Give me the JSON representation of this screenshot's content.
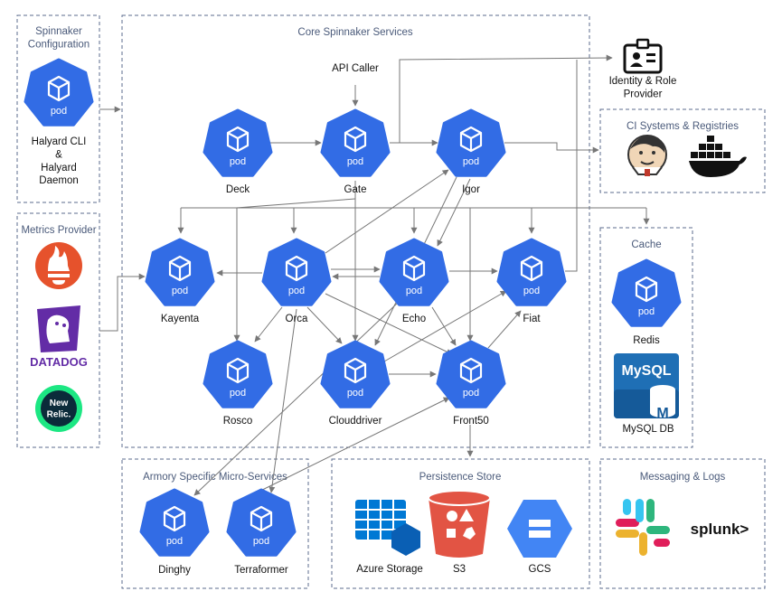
{
  "groups": {
    "spinnaker_config": "Spinnaker\nConfiguration",
    "metrics": "Metrics Provider",
    "core": "Core Spinnaker Services",
    "ci": "CI Systems & Registries",
    "cache": "Cache",
    "armory": "Armory Specific Micro-Services",
    "persistence": "Persistence Store",
    "messaging": "Messaging & Logs"
  },
  "pod_icon_text": "pod",
  "nodes": {
    "halyard": "Halyard CLI\n&\nHalyard\nDaemon",
    "deck": "Deck",
    "gate": "Gate",
    "igor": "Igor",
    "kayenta": "Kayenta",
    "orca": "Orca",
    "echo": "Echo",
    "fiat": "Fiat",
    "rosco": "Rosco",
    "clouddriver": "Clouddriver",
    "front50": "Front50",
    "redis": "Redis",
    "mysql": "MySQL DB",
    "dinghy": "Dinghy",
    "terraformer": "Terraformer",
    "azure": "Azure Storage",
    "s3": "S3",
    "gcs": "GCS"
  },
  "api_caller": "API Caller",
  "identity": "Identity & Role\nProvider",
  "logos": {
    "datadog": "DATADOG",
    "newrelic": "New\nRelic.",
    "mysql_word": "MySQL",
    "mysql_m": "M",
    "splunk": "splunk>"
  },
  "colors": {
    "pod_blue": "#326ce5",
    "group_border": "#5b6b8c",
    "edge": "#777777",
    "prometheus": "#e6522c",
    "datadog": "#632ca6",
    "newrelic": "#1ce783",
    "docker": "#2496ed",
    "gcs_blue": "#4285f4",
    "s3_red": "#e25444",
    "azure_blue": "#0078d4"
  }
}
